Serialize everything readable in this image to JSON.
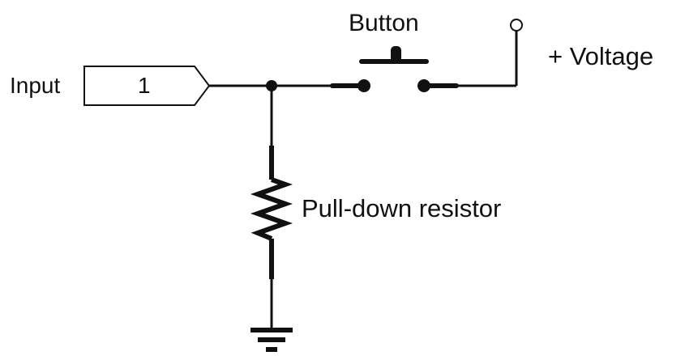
{
  "labels": {
    "input": "Input",
    "pin_number": "1",
    "button": "Button",
    "voltage": "+ Voltage",
    "resistor": "Pull-down resistor"
  },
  "components": {
    "input_port": "input-port",
    "junction": "junction-dot",
    "switch": "push-button-switch",
    "supply": "voltage-terminal",
    "resistor": "resistor",
    "ground": "ground-symbol"
  },
  "colors": {
    "line": "#111111",
    "background": "#ffffff"
  }
}
